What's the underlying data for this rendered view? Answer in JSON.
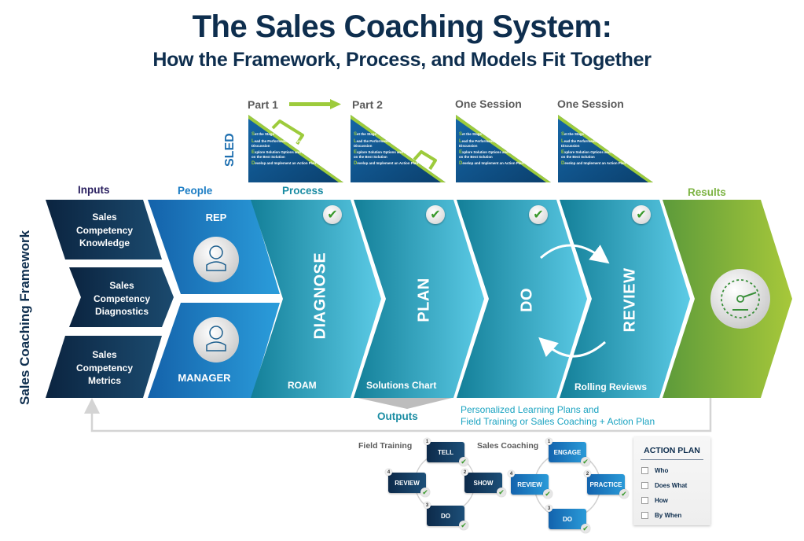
{
  "header": {
    "title": "The Sales Coaching System:",
    "subtitle": "How the Framework, Process, and Models Fit Together"
  },
  "sled": {
    "label": "SLED",
    "arrow_icon": "arrow-right-icon",
    "models": [
      {
        "label": "Part 1",
        "briefcase_handle": true
      },
      {
        "label": "Part 2",
        "briefcase_handle": true
      },
      {
        "label": "One Session",
        "briefcase_handle": false
      },
      {
        "label": "One Session",
        "briefcase_handle": false
      }
    ],
    "steps": [
      {
        "letter": "S",
        "text": "et the Stage"
      },
      {
        "letter": "L",
        "text": "ead the Performance Analysis Discussion"
      },
      {
        "letter": "E",
        "text": "xplore Solution Options and Agree on the Best Solution"
      },
      {
        "letter": "D",
        "text": "evelop and Implement an Action Plan"
      }
    ]
  },
  "framework_label": "Sales Coaching Framework",
  "columns": {
    "inputs": "Inputs",
    "people": "People",
    "process": "Process",
    "results": "Results"
  },
  "inputs": [
    "Sales Competency Knowledge",
    "Sales Competency Diagnostics",
    "Sales Competency Metrics"
  ],
  "people": [
    {
      "label": "REP",
      "icon": "person-icon"
    },
    {
      "label": "MANAGER",
      "icon": "person-icon"
    }
  ],
  "process": [
    {
      "stage": "DIAGNOSE",
      "tool": "ROAM",
      "check_icon": "checkmark-icon"
    },
    {
      "stage": "PLAN",
      "tool": "Solutions Chart",
      "check_icon": "checkmark-icon"
    },
    {
      "stage": "DO",
      "tool": "",
      "check_icon": "checkmark-icon"
    },
    {
      "stage": "REVIEW",
      "tool": "Rolling Reviews",
      "check_icon": "checkmark-icon"
    }
  ],
  "results": {
    "icon": "speedometer-icon"
  },
  "outputs": {
    "label": "Outputs",
    "line1": "Personalized Learning Plans and",
    "line2": "Field Training or Sales Coaching + Action Plan"
  },
  "field_training": {
    "title": "Field Training",
    "steps": [
      {
        "num": "1",
        "label": "TELL"
      },
      {
        "num": "2",
        "label": "SHOW"
      },
      {
        "num": "3",
        "label": "DO"
      },
      {
        "num": "4",
        "label": "REVIEW"
      }
    ]
  },
  "sales_coaching": {
    "title": "Sales Coaching",
    "steps": [
      {
        "num": "1",
        "label": "ENGAGE"
      },
      {
        "num": "2",
        "label": "PRACTICE"
      },
      {
        "num": "3",
        "label": "DO"
      },
      {
        "num": "4",
        "label": "REVIEW"
      }
    ]
  },
  "action_plan": {
    "title": "ACTION PLAN",
    "items": [
      "Who",
      "Does What",
      "How",
      "By When"
    ]
  },
  "colors": {
    "navy": "#0e2e4e",
    "people_blue": "#1a7cc4",
    "process_teal": "#1a8ca3",
    "results_green": "#7cb342",
    "accent_green": "#9dcb3c"
  }
}
